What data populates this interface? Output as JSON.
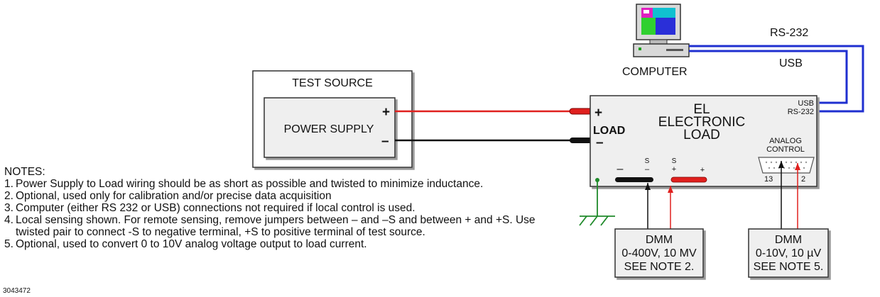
{
  "labels": {
    "test_source": "TEST SOURCE",
    "power_supply": "POWER SUPPLY",
    "plus": "+",
    "minus": "–",
    "load": "LOAD",
    "el": "EL",
    "electronic": "ELECTRONIC",
    "load_word": "LOAD",
    "usb_port": "USB",
    "rs232_port": "RS-232",
    "analog": "ANALOG",
    "control": "CONTROL",
    "pin13": "13",
    "pin2": "2",
    "term_minus": "–",
    "term_s": "S",
    "term_s_minus": "–",
    "term_s2": "S",
    "term_s_plus": "+",
    "term_plus": "+",
    "computer": "COMPUTER",
    "rs232_line": "RS-232",
    "usb_line": "USB"
  },
  "dmm1": {
    "title": "DMM",
    "range": "0-400V, 10 MV",
    "note": "SEE NOTE 2."
  },
  "dmm2": {
    "title": "DMM",
    "range": "0-10V, 10 µV",
    "note": "SEE NOTE 5."
  },
  "notes": {
    "heading": "NOTES:",
    "items": [
      {
        "num": "1.",
        "text": "Power Supply to Load wiring should be as short as possible and twisted to minimize inductance."
      },
      {
        "num": "2.",
        "text": "Optional, used only for calibration and/or precise data acquisition"
      },
      {
        "num": "3.",
        "text": "Computer (either RS 232 or USB) connections not required if local control is used."
      },
      {
        "num": "4.",
        "text": "Local sensing shown. For remote sensing, remove jumpers between – and –S and between + and +S. Use twisted pair to connect -S to negative terminal, +S to positive terminal of test source."
      },
      {
        "num": "5.",
        "text": "Optional, used to convert 0 to 10V analog voltage output to load current."
      }
    ]
  },
  "figure_id": "3043472",
  "colors": {
    "red_wire": "#e0201e",
    "black_wire": "#111111",
    "blue_wire": "#1f2fd0",
    "ground_green": "#1f8a2a",
    "box_fill": "#efefef"
  }
}
